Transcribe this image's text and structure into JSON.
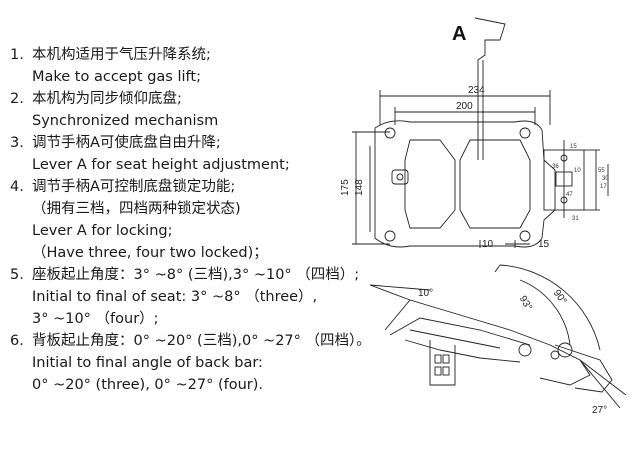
{
  "specs": [
    {
      "num": "1.",
      "lines": [
        "本机构适用于气压升降系统;",
        "Make to accept gas lift;"
      ]
    },
    {
      "num": "2.",
      "lines": [
        "本机构为同步倾仰底盘;",
        "Synchronized mechanism"
      ]
    },
    {
      "num": "3.",
      "lines": [
        "调节手柄A可使底盘自由升降;",
        "Lever A for seat height adjustment;"
      ]
    },
    {
      "num": "4.",
      "lines": [
        "调节手柄A可控制底盘锁定功能;",
        "（拥有三档，四档两种锁定状态)",
        "Lever A for locking;",
        "（Have three, four two locked)；"
      ]
    },
    {
      "num": "5.",
      "lines": [
        "座板起止角度：3° ~8° (三档),3° ~10° （四档）;",
        "Initial to final of seat: 3° ~8° （three）,",
        "3° ~10° （four）;"
      ]
    },
    {
      "num": "6.",
      "lines": [
        "背板起止角度：0° ~20° (三档),0° ~27° （四档）。",
        "Initial to final angle of back bar:",
        "0° ~20° (three), 0° ~27° (four)."
      ]
    }
  ],
  "diagram": {
    "label_a": "A",
    "dims": {
      "d234": "234",
      "d200": "200",
      "d175": "175",
      "d148": "148",
      "d10": "10",
      "d15": "15"
    },
    "small_dims": [
      "15",
      "36",
      "10",
      "47",
      "17",
      "31",
      "55",
      "30"
    ],
    "angles": {
      "a10": "10°",
      "a93": "93°",
      "a90": "90°",
      "a27": "27°"
    }
  }
}
